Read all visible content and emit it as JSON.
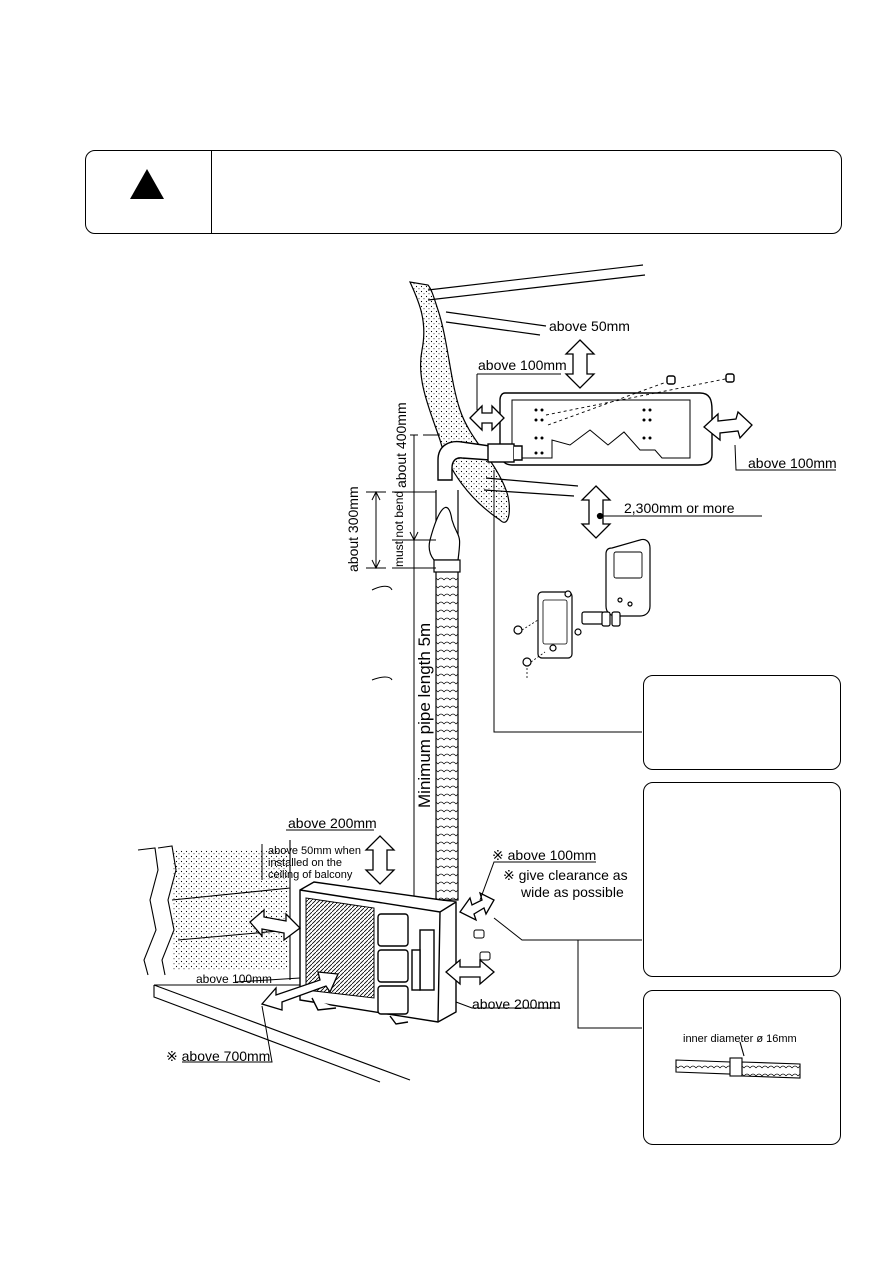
{
  "labels": {
    "above_50mm_top": "above 50mm",
    "above_100mm_left": "above 100mm",
    "above_100mm_right": "above 100mm",
    "height_2300": "2,300mm or more",
    "about_400": "about 400mm",
    "about_300": "about 300mm",
    "must_not_bend": "must not bend",
    "min_pipe": "Minimum pipe length 5m",
    "above_200mm_top": "above 200mm",
    "balcony_note": [
      "above 50mm when",
      "installed on the",
      "ceiling of balcony"
    ],
    "above_100mm_outdoor_right": "※ above 100mm",
    "clearance_note": [
      "※ give clearance as",
      "wide as possible"
    ],
    "above_100mm_outdoor_left": "above 100mm",
    "above_200mm_bottom": "above 200mm",
    "above_700mm": "※ above 700mm",
    "inner_diameter": "inner diameter ø 16mm"
  }
}
